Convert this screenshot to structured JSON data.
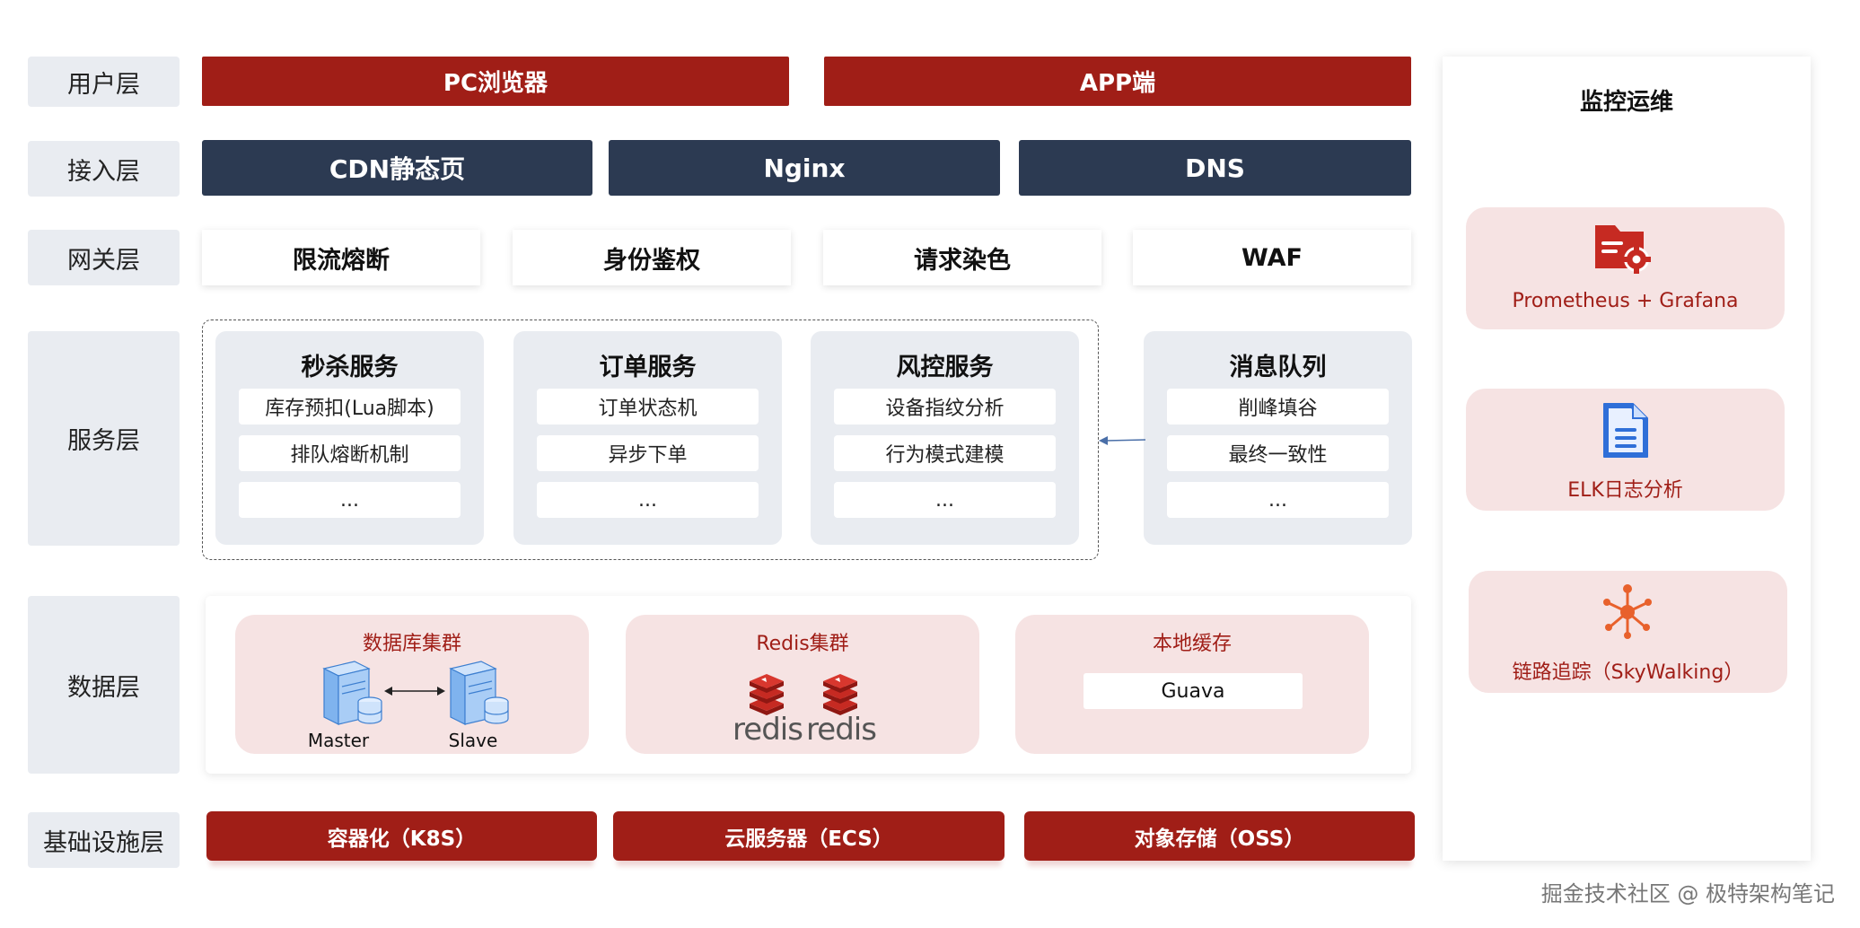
{
  "layers": {
    "user": "用户层",
    "access": "接入层",
    "gateway": "网关层",
    "service": "服务层",
    "data": "数据层",
    "infra": "基础设施层"
  },
  "user_layer": {
    "pc": "PC浏览器",
    "app": "APP端"
  },
  "access_layer": {
    "cdn": "CDN静态页",
    "nginx": "Nginx",
    "dns": "DNS"
  },
  "gateway_layer": {
    "rate_limit": "限流熔断",
    "auth": "身份鉴权",
    "dye": "请求染色",
    "waf": "WAF"
  },
  "services": [
    {
      "title": "秒杀服务",
      "items": [
        "库存预扣(Lua脚本)",
        "排队熔断机制",
        "..."
      ]
    },
    {
      "title": "订单服务",
      "items": [
        "订单状态机",
        "异步下单",
        "..."
      ]
    },
    {
      "title": "风控服务",
      "items": [
        "设备指纹分析",
        "行为模式建模",
        "..."
      ]
    },
    {
      "title": "消息队列",
      "items": [
        "削峰填谷",
        "最终一致性",
        "..."
      ]
    }
  ],
  "data_layer": {
    "db": {
      "title": "数据库集群",
      "master": "Master",
      "slave": "Slave"
    },
    "redis": {
      "title": "Redis集群",
      "logo_text": "redis"
    },
    "local": {
      "title": "本地缓存",
      "item": "Guava"
    }
  },
  "infra_layer": {
    "k8s": "容器化（K8S）",
    "ecs": "云服务器（ECS）",
    "oss": "对象存储（OSS）"
  },
  "monitoring": {
    "title": "监控运维",
    "items": [
      {
        "label": "Prometheus + Grafana",
        "icon": "folder-gear-icon"
      },
      {
        "label": "ELK日志分析",
        "icon": "document-icon"
      },
      {
        "label": "链路追踪（SkyWalking）",
        "icon": "network-node-icon"
      }
    ]
  },
  "watermark": "掘金技术社区 @ 极特架构笔记",
  "colors": {
    "red": "#a01e17",
    "navy": "#2c3a52",
    "label_bg": "#e9ecf1",
    "pink": "#f6e3e3",
    "blue": "#2f6fd8",
    "orange": "#e8612c"
  }
}
